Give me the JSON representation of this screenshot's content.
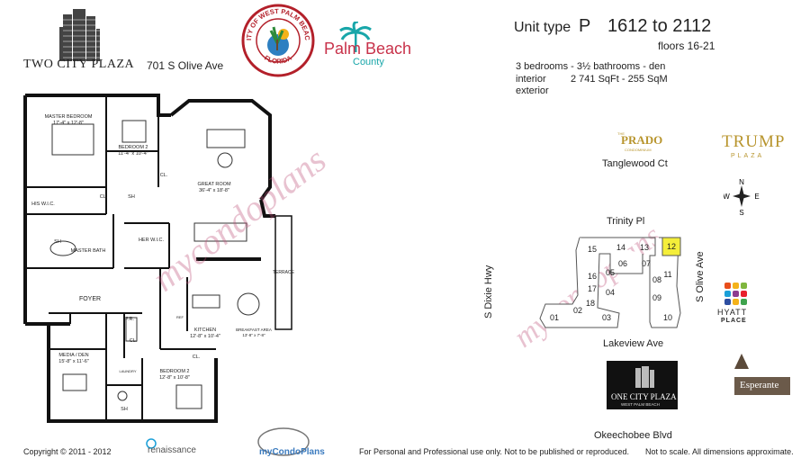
{
  "header": {
    "building_name": "TWO CITY PLAZA",
    "address": "701 S Olive Ave",
    "city_seal_top": "CITY OF WEST PALM BEACH",
    "city_seal_bottom": "FLORIDA",
    "county_logo_line1": "Palm Beach",
    "county_logo_line2": "County"
  },
  "unit": {
    "label": "Unit type",
    "type": "P",
    "range": "1612 to 2112",
    "floors": "floors 16-21",
    "rooms": "3 bedrooms - 3½ bathrooms - den",
    "interior_label": "interior",
    "interior_value": "2 741 SqFt - 255 SqM",
    "exterior_label": "exterior"
  },
  "floorplan": {
    "rooms": [
      {
        "name": "MASTER BEDROOM",
        "dim": "17'-4\" x 12'-8\""
      },
      {
        "name": "BEDROOM 2",
        "dim": "11'-4\" x 10'-4\""
      },
      {
        "name": "GREAT ROOM",
        "dim": "36'-4\" x 18'-8\""
      },
      {
        "name": "HIS\nW.I.C.",
        "dim": ""
      },
      {
        "name": "HER\nW.I.C.",
        "dim": ""
      },
      {
        "name": "MASTER\nBATH",
        "dim": ""
      },
      {
        "name": "FOYER",
        "dim": ""
      },
      {
        "name": "MEDIA / DEN",
        "dim": "15'-8\" x 11'-6\""
      },
      {
        "name": "BEDROOM 2",
        "dim": "12'-8\" x 10'-8\""
      },
      {
        "name": "KITCHEN",
        "dim": "12'-8\" x 10'-4\""
      },
      {
        "name": "BREAKFAST AREA",
        "dim": "13'-8\" x 7'-8\""
      },
      {
        "name": "TERRACE",
        "dim": ""
      }
    ],
    "small_labels": [
      "CL.",
      "CL.",
      "SH",
      "SH",
      "SH",
      "CL.",
      "P.R.",
      "LAUNDRY",
      "CL.",
      "REF"
    ]
  },
  "site_map": {
    "streets": {
      "north": "Tanglewood Ct",
      "trinity": "Trinity Pl",
      "west": "S Dixie Hwy",
      "east": "S Olive Ave",
      "south1": "Lakeview Ave",
      "south2": "Okeechobee Blvd"
    },
    "compass": [
      "N",
      "E",
      "S",
      "W"
    ],
    "units": [
      "15",
      "14",
      "13",
      "12",
      "06",
      "07",
      "16",
      "05",
      "08",
      "11",
      "17",
      "04",
      "09",
      "18",
      "02",
      "03",
      "01",
      "10"
    ],
    "highlight_unit": "12",
    "highlight_color": "#f4ee3a"
  },
  "neighbors": {
    "prado_top": "THE",
    "prado": "PRADO",
    "prado_sub": "CONDOMINIUM",
    "trump1": "TRUMP",
    "trump2": "PLAZA",
    "hyatt1": "HYATT",
    "hyatt2": "PLACE",
    "one_city1": "ONE CITY PLAZA",
    "one_city2": "WEST PALM BEACH",
    "esperante": "Esperante"
  },
  "footer": {
    "copyright": "Copyright © 2011 - 2012",
    "renaissance": "renaissance",
    "mycondoplans": "myCondoPlans",
    "disclaimer": "For Personal and Professional use only.  Not to be published or reproduced.",
    "scale_note": "Not to scale.  All dimensions approximate."
  },
  "watermark": "mycondoplans",
  "colors": {
    "wall": "#111111",
    "seal_red": "#b3202a",
    "county_teal": "#18a6a9",
    "county_red": "#c8324a",
    "gold": "#b8952e",
    "hyatt_grid": [
      "#e84e1b",
      "#f4b21a",
      "#7fb63e",
      "#1a9fd8",
      "#8e3c8f",
      "#e8212d",
      "#2d4ea1",
      "#f4b21a",
      "#3fa34d"
    ]
  }
}
